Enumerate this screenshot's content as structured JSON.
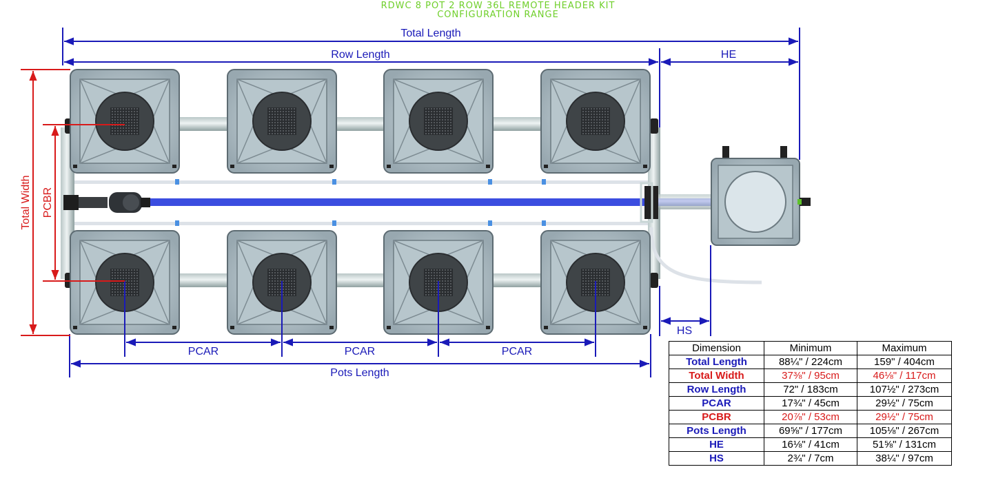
{
  "title": {
    "line1": "RDWC 8 POT 2 ROW 36L REMOTE HEADER KIT",
    "line2": "CONFIGURATION RANGE"
  },
  "labels": {
    "total_length": "Total Length",
    "row_length": "Row Length",
    "he": "HE",
    "hs": "HS",
    "pcar": "PCAR",
    "pots_length": "Pots Length",
    "total_width": "Total Width",
    "pcbr": "PCBR"
  },
  "colors": {
    "dimension_blue": "#1a1ab8",
    "dimension_red": "#d81a1a",
    "title_green": "#6fcf2a",
    "pipe_blue": "#3b4de0"
  },
  "table": {
    "headers": [
      "Dimension",
      "Minimum",
      "Maximum"
    ],
    "rows": [
      {
        "dimension": "Total Length",
        "min": "88¼\" / 224cm",
        "max": "159\" / 404cm",
        "color": "blue"
      },
      {
        "dimension": "Total Width",
        "min": "37⅜\" / 95cm",
        "max": "46⅛\" / 117cm",
        "color": "red"
      },
      {
        "dimension": "Row Length",
        "min": "72\" / 183cm",
        "max": "107½\" / 273cm",
        "color": "blue"
      },
      {
        "dimension": "PCAR",
        "min": "17¾\" / 45cm",
        "max": "29½\" / 75cm",
        "color": "blue"
      },
      {
        "dimension": "PCBR",
        "min": "20⅞\" / 53cm",
        "max": "29½\" / 75cm",
        "color": "red"
      },
      {
        "dimension": "Pots Length",
        "min": "69⅝\" / 177cm",
        "max": "105⅛\" / 267cm",
        "color": "blue"
      },
      {
        "dimension": "HE",
        "min": "16⅛\" / 41cm",
        "max": "51⅝\" / 131cm",
        "color": "blue"
      },
      {
        "dimension": "HS",
        "min": "2¾\" / 7cm",
        "max": "38¼\" / 97cm",
        "color": "blue"
      }
    ]
  }
}
